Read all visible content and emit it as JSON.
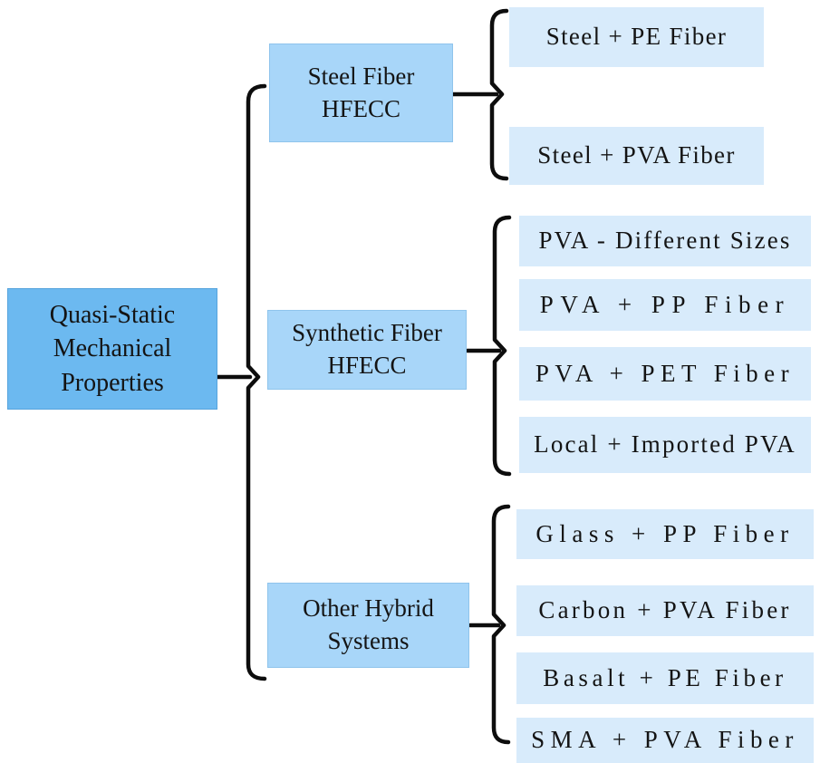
{
  "tree": {
    "root": {
      "label": "Quasi-Static Mechanical Properties"
    },
    "branches": [
      {
        "label": "Steel Fiber HFECC",
        "leaves": [
          "Steel + PE Fiber",
          "Steel + PVA Fiber"
        ]
      },
      {
        "label": "Synthetic Fiber HFECC",
        "leaves": [
          "PVA - Different Sizes",
          "PVA + PP Fiber",
          "PVA + PET Fiber",
          "Local + Imported PVA"
        ]
      },
      {
        "label": "Other Hybrid Systems",
        "leaves": [
          "Glass + PP Fiber",
          "Carbon + PVA Fiber",
          "Basalt + PE Fiber",
          "SMA + PVA Fiber"
        ]
      }
    ],
    "palette": {
      "root_fill": "#6cb9f0",
      "branch_fill": "#a8d6f9",
      "leaf_fill": "#d8ebfb",
      "connector": "#0d0d0d",
      "text": "#141414"
    }
  }
}
